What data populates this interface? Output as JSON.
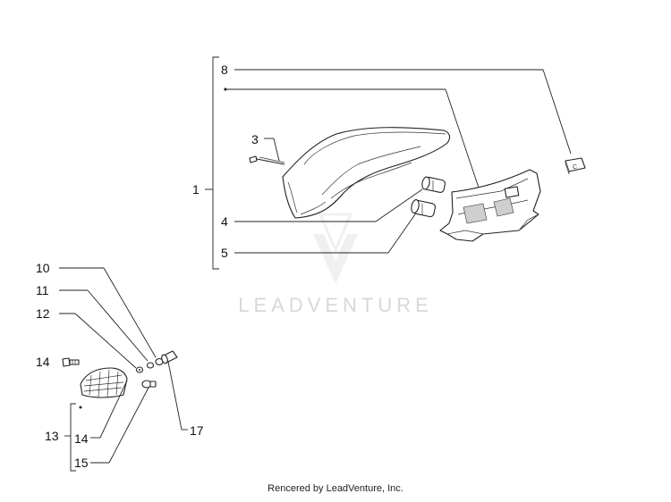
{
  "callouts": {
    "c1": "1",
    "c3": "3",
    "c4": "4",
    "c5": "5",
    "c8": "8",
    "c10": "10",
    "c11": "11",
    "c12": "12",
    "c13": "13",
    "c14a": "14",
    "c14b": "14",
    "c15": "15",
    "c17": "17"
  },
  "watermark": {
    "text": "LEADVENTURE"
  },
  "footer": {
    "text": "Rencered by LeadVenture, Inc."
  },
  "part_c_label": "C"
}
